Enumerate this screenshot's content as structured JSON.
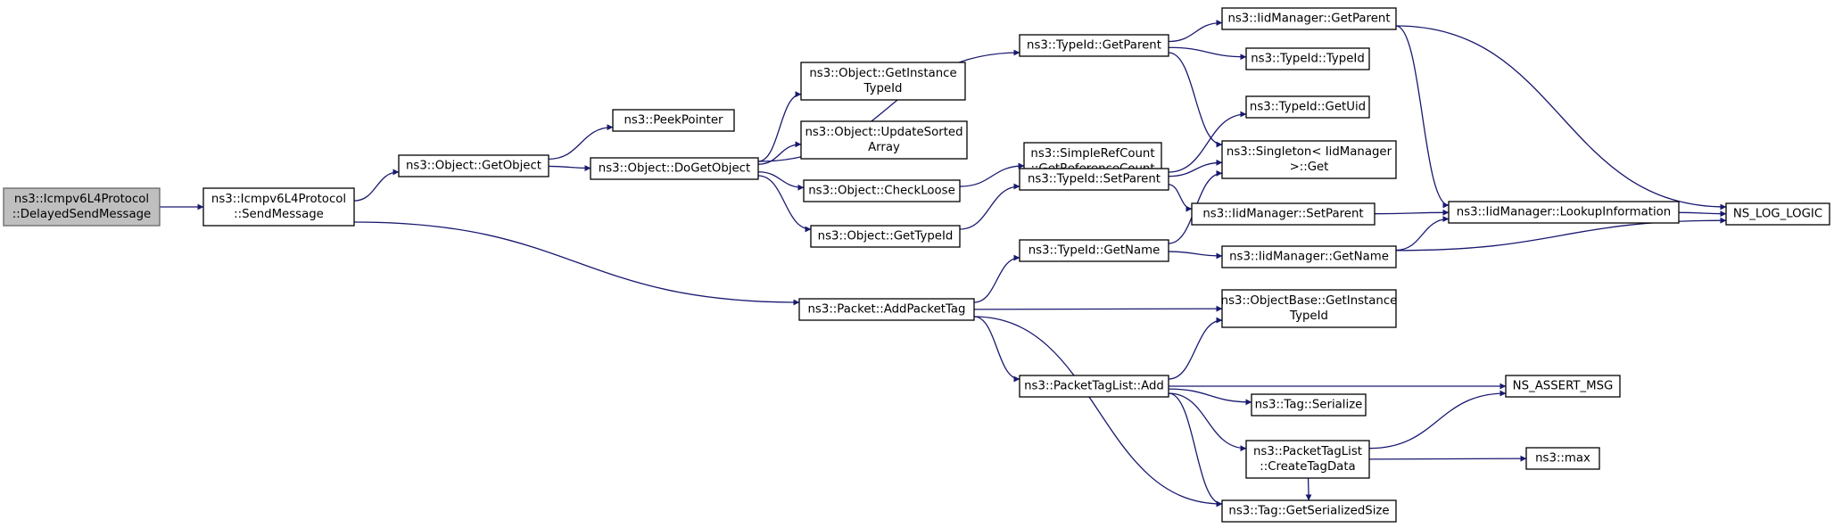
{
  "graph": {
    "edge_color": "#191970",
    "root_fill": "#bfbfbf",
    "nodes": [
      {
        "id": "delayed",
        "lines": [
          "ns3::Icmpv6L4Protocol",
          "::DelayedSendMessage"
        ],
        "root": true
      },
      {
        "id": "sendmsg",
        "lines": [
          "ns3::Icmpv6L4Protocol",
          "::SendMessage"
        ]
      },
      {
        "id": "getobject",
        "lines": [
          "ns3::Object::GetObject"
        ]
      },
      {
        "id": "peek",
        "lines": [
          "ns3::PeekPointer"
        ]
      },
      {
        "id": "dogetobject",
        "lines": [
          "ns3::Object::DoGetObject"
        ]
      },
      {
        "id": "getinstancetypeid",
        "lines": [
          "ns3::Object::GetInstance",
          "TypeId"
        ]
      },
      {
        "id": "updatesorted",
        "lines": [
          "ns3::Object::UpdateSorted",
          "Array"
        ]
      },
      {
        "id": "checkloose",
        "lines": [
          "ns3::Object::CheckLoose"
        ]
      },
      {
        "id": "objgettypeid",
        "lines": [
          "ns3::Object::GetTypeId"
        ]
      },
      {
        "id": "typeidgetparent",
        "lines": [
          "ns3::TypeId::GetParent"
        ]
      },
      {
        "id": "iidgetparent",
        "lines": [
          "ns3::IidManager::GetParent"
        ]
      },
      {
        "id": "typeidtypeid",
        "lines": [
          "ns3::TypeId::TypeId"
        ]
      },
      {
        "id": "getuid",
        "lines": [
          "ns3::TypeId::GetUid"
        ]
      },
      {
        "id": "singleton",
        "lines": [
          "ns3::Singleton< IidManager",
          " >::Get"
        ]
      },
      {
        "id": "refcount",
        "lines": [
          "ns3::SimpleRefCount",
          "::GetReferenceCount"
        ]
      },
      {
        "id": "setparent",
        "lines": [
          "ns3::TypeId::SetParent"
        ]
      },
      {
        "id": "iidsetparent",
        "lines": [
          "ns3::IidManager::SetParent"
        ]
      },
      {
        "id": "lookup",
        "lines": [
          "ns3::IidManager::LookupInformation"
        ]
      },
      {
        "id": "nslog",
        "lines": [
          "NS_LOG_LOGIC"
        ]
      },
      {
        "id": "getname",
        "lines": [
          "ns3::TypeId::GetName"
        ]
      },
      {
        "id": "iidgetname",
        "lines": [
          "ns3::IidManager::GetName"
        ]
      },
      {
        "id": "addpackettag",
        "lines": [
          "ns3::Packet::AddPacketTag"
        ]
      },
      {
        "id": "objbasegetinstance",
        "lines": [
          "ns3::ObjectBase::GetInstance",
          "TypeId"
        ]
      },
      {
        "id": "taglistadd",
        "lines": [
          "ns3::PacketTagList::Add"
        ]
      },
      {
        "id": "assertmsg",
        "lines": [
          "NS_ASSERT_MSG"
        ]
      },
      {
        "id": "tagserialize",
        "lines": [
          "ns3::Tag::Serialize"
        ]
      },
      {
        "id": "createtagdata",
        "lines": [
          "ns3::PacketTagList",
          "::CreateTagData"
        ]
      },
      {
        "id": "max",
        "lines": [
          "ns3::max"
        ]
      },
      {
        "id": "getserializedsize",
        "lines": [
          "ns3::Tag::GetSerializedSize"
        ]
      }
    ],
    "edges": [
      [
        "delayed",
        "sendmsg"
      ],
      [
        "sendmsg",
        "getobject"
      ],
      [
        "sendmsg",
        "addpackettag"
      ],
      [
        "getobject",
        "peek"
      ],
      [
        "getobject",
        "dogetobject"
      ],
      [
        "dogetobject",
        "getinstancetypeid"
      ],
      [
        "dogetobject",
        "updatesorted"
      ],
      [
        "dogetobject",
        "checkloose"
      ],
      [
        "dogetobject",
        "objgettypeid"
      ],
      [
        "dogetobject",
        "typeidgetparent"
      ],
      [
        "checkloose",
        "refcount"
      ],
      [
        "objgettypeid",
        "setparent"
      ],
      [
        "typeidgetparent",
        "iidgetparent"
      ],
      [
        "typeidgetparent",
        "typeidtypeid"
      ],
      [
        "typeidgetparent",
        "singleton"
      ],
      [
        "iidgetparent",
        "lookup"
      ],
      [
        "iidgetparent",
        "nslog"
      ],
      [
        "setparent",
        "getuid"
      ],
      [
        "setparent",
        "singleton"
      ],
      [
        "setparent",
        "iidsetparent"
      ],
      [
        "iidsetparent",
        "lookup"
      ],
      [
        "lookup",
        "nslog"
      ],
      [
        "getname",
        "singleton"
      ],
      [
        "getname",
        "iidgetname"
      ],
      [
        "iidgetname",
        "lookup"
      ],
      [
        "iidgetname",
        "nslog"
      ],
      [
        "addpackettag",
        "getname"
      ],
      [
        "addpackettag",
        "objbasegetinstance"
      ],
      [
        "addpackettag",
        "taglistadd"
      ],
      [
        "addpackettag",
        "getserializedsize"
      ],
      [
        "taglistadd",
        "objbasegetinstance"
      ],
      [
        "taglistadd",
        "assertmsg"
      ],
      [
        "taglistadd",
        "tagserialize"
      ],
      [
        "taglistadd",
        "createtagdata"
      ],
      [
        "taglistadd",
        "getserializedsize"
      ],
      [
        "createtagdata",
        "assertmsg"
      ],
      [
        "createtagdata",
        "max"
      ],
      [
        "createtagdata",
        "getserializedsize"
      ]
    ]
  }
}
